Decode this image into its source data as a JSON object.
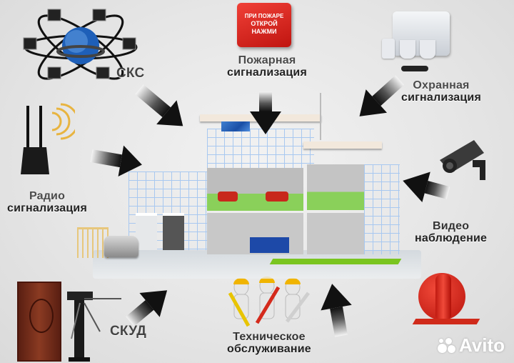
{
  "infographic": {
    "topic": "Building security and engineering systems",
    "labels": {
      "sks": {
        "line1": "СКС"
      },
      "fire_alarm": {
        "line1": "Пожарная",
        "line2": "сигнализация"
      },
      "security_alarm": {
        "line1": "Охранная",
        "line2": "сигнализация"
      },
      "radio_alarm": {
        "line1": "Радио",
        "line2": "сигнализация"
      },
      "video": {
        "line1": "Видео",
        "line2": "наблюдение"
      },
      "skud": {
        "line1": "СКУД"
      },
      "maintenance": {
        "line1": "Техническое",
        "line2": "обслуживание"
      }
    },
    "fire_call_point": {
      "line1": "ПРИ ПОЖАРЕ",
      "line2": "ОТКРОЙ",
      "line3": "НАЖМИ"
    },
    "icons": [
      "network-globe-icon",
      "fire-call-point-icon",
      "alarm-panel-icon",
      "radio-router-icon",
      "cctv-camera-icon",
      "door-turnstile-icon",
      "workers-tools-icon",
      "fire-extinguisher-icon",
      "building-illustration"
    ],
    "colors": {
      "background": "#e4e4e4",
      "label_dark": "#222222",
      "label_gray": "#4a4a4a",
      "fire_red": "#d8201a",
      "glass_blue": "#1a4fa6",
      "lawn_green": "#7ac520",
      "arrow_dark": "#111111"
    }
  },
  "watermark": {
    "text": "Avito"
  }
}
